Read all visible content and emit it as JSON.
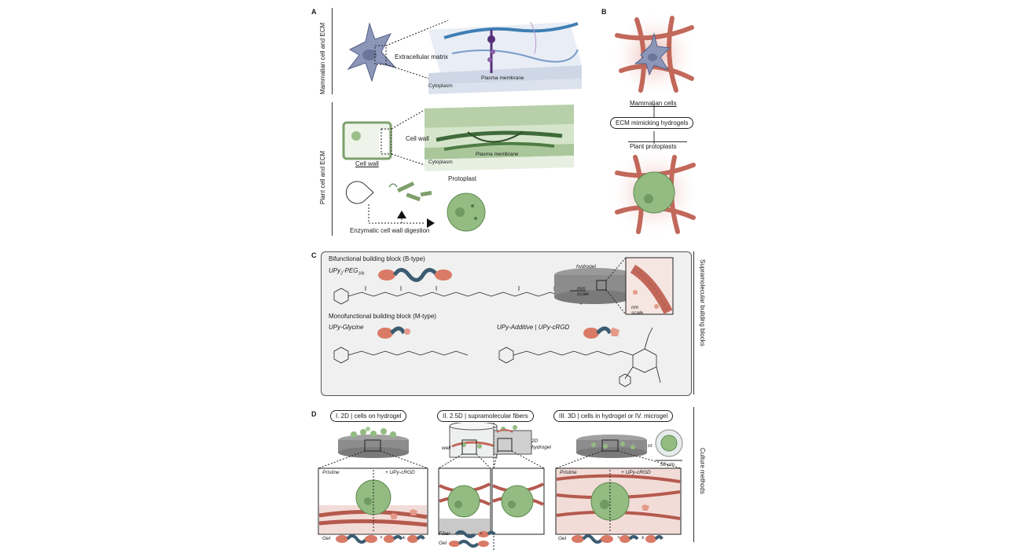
{
  "panel_a": {
    "letter": "A",
    "mammalian_side_label": "Mammalian cell and ECM",
    "plant_side_label": "Plant cell and ECM",
    "ecm_label": "Extracellular matrix",
    "plasma_membrane_top": "Plasma membrane",
    "cytoplasm_top": "Cytoplasm",
    "cell_wall_inset": "Cell wall",
    "plasma_membrane_bottom": "Plasma membrane",
    "cytoplasm_bottom": "Cytoplasm",
    "cell_wall_under": "Cell wall",
    "protoplast": "Protoplast",
    "digestion": "Enzymatic cell wall digestion"
  },
  "panel_b": {
    "letter": "B",
    "mammalian_cells": "Mammalian cells",
    "ecm_hydrogels": "ECM mimicking hydrogels",
    "plant_protoplasts": "Plant protoplasts"
  },
  "panel_c": {
    "letter": "C",
    "side_label": "Supramolecular building blocks",
    "bifunctional_title": "Bifunctional building block (B-type)",
    "bifunctional_name": "UPy",
    "bifunctional_name_sub": "2",
    "bifunctional_name_rest": "-PEG",
    "bifunctional_name_sub2": "10k",
    "monofunctional_title": "Monofunctional building block (M-type)",
    "glycine_name": "UPy-Glycine",
    "additive_name": "UPy-Additive | UPy-cRGD",
    "hydrogel_label": "hydrogel",
    "mm_scale": "mm",
    "mm_scale_word": "scale",
    "nm_scale": "nm",
    "nm_scale_word": "scale"
  },
  "panel_d": {
    "letter": "D",
    "side_label": "Culture methods",
    "method1": "I. 2D | cells on hydrogel",
    "method2": "II. 2.5D | supramolecular fibers",
    "method3": "III. 3D | cells in hydrogel or IV. microgel",
    "pristine_1": "Pristine",
    "cRGD_1": "+ UPy-cRGD",
    "well": "well",
    "hydrogel_2d_a": "2D",
    "hydrogel_2d_b": "hydrogel",
    "or": "or",
    "scale_50": "50 μm",
    "pristine_3": "Pristine",
    "cRGD_3": "+ UPy-cRGD",
    "gel_1": "Gel",
    "fiber_2": "Fiber",
    "gel_2": "Gel",
    "gel_3": "Gel",
    "plus": "+",
    "pm": "±"
  },
  "colors": {
    "mammal_blue": "#7b86aa",
    "plant_green": "#8dbb7c",
    "fiber_red": "#c2685a",
    "dark_green": "#3f6b3a",
    "teal_polymer": "#3b5b70",
    "salmon_upy": "#d97a66"
  }
}
